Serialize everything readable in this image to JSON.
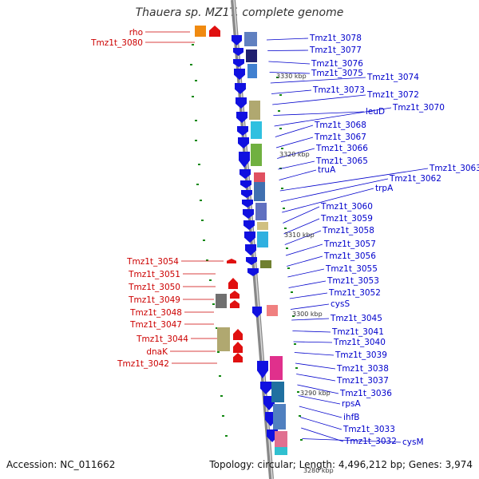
{
  "title": "Thauera sp. MZ1T, complete genome",
  "footer": {
    "accession": "Accession: NC_011662",
    "summary": "Topology: circular; Length: 4,496,212 bp; Genes: 3,974"
  },
  "colors": {
    "left_label": "#cc0000",
    "right_label": "#0000cc",
    "backbone": "#888888",
    "forward_gene": "#1010e0",
    "reverse_gene": "#e01010",
    "tick": "#118811"
  },
  "scale_labels": [
    "3330 kbp",
    "3320 kbp",
    "3310 kbp",
    "3300 kbp",
    "3290 kbp",
    "3280 kbp"
  ],
  "right_labels": [
    "Tmz1t_3078",
    "Tmz1t_3077",
    "Tmz1t_3076",
    "Tmz1t_3075",
    "Tmz1t_3074",
    "Tmz1t_3073",
    "Tmz1t_3072",
    "leuD",
    "Tmz1t_3070",
    "Tmz1t_3068",
    "Tmz1t_3067",
    "Tmz1t_3066",
    "Tmz1t_3065",
    "truA",
    "Tmz1t_3063",
    "Tmz1t_3062",
    "trpA",
    "Tmz1t_3060",
    "Tmz1t_3059",
    "Tmz1t_3058",
    "Tmz1t_3057",
    "Tmz1t_3056",
    "Tmz1t_3055",
    "Tmz1t_3053",
    "Tmz1t_3052",
    "cysS",
    "Tmz1t_3045",
    "Tmz1t_3041",
    "Tmz1t_3040",
    "Tmz1t_3039",
    "Tmz1t_3038",
    "Tmz1t_3037",
    "Tmz1t_3036",
    "rpsA",
    "ihfB",
    "Tmz1t_3033",
    "Tmz1t_3032",
    "cysM"
  ],
  "left_labels": [
    "rho",
    "Tmz1t_3080",
    "Tmz1t_3054",
    "Tmz1t_3051",
    "Tmz1t_3050",
    "Tmz1t_3049",
    "Tmz1t_3048",
    "Tmz1t_3047",
    "Tmz1t_3044",
    "dnaK",
    "Tmz1t_3042"
  ]
}
